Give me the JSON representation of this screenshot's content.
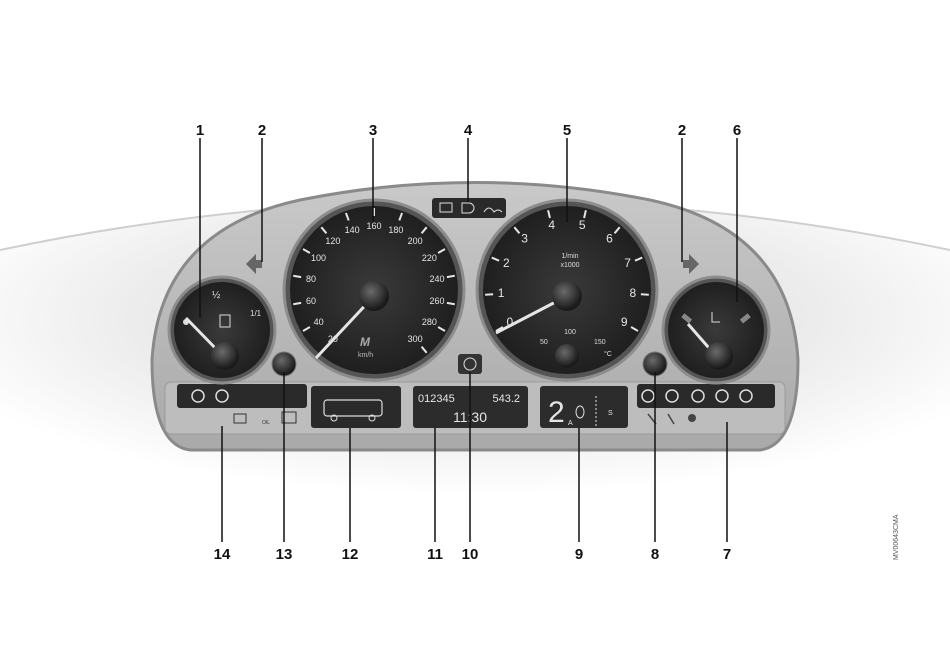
{
  "callouts": {
    "c1": "1",
    "c2a": "2",
    "c3": "3",
    "c4": "4",
    "c5": "5",
    "c2b": "2",
    "c6": "6",
    "c14": "14",
    "c13": "13",
    "c12": "12",
    "c11": "11",
    "c10": "10",
    "c9": "9",
    "c8": "8",
    "c7": "7"
  },
  "fuel_gauge": {
    "half": "½",
    "full": "1/1"
  },
  "speedometer": {
    "scale": [
      "20",
      "40",
      "60",
      "80",
      "100",
      "120",
      "140",
      "160",
      "180",
      "200",
      "220",
      "240",
      "260",
      "280",
      "300"
    ],
    "unit": "km/h"
  },
  "tachometer": {
    "scale": [
      "0",
      "1",
      "2",
      "3",
      "4",
      "5",
      "6",
      "7",
      "8",
      "9"
    ],
    "unit_line1": "1/min",
    "unit_line2": "x1000",
    "temp_50": "50",
    "temp_100": "100",
    "temp_150": "150",
    "temp_unit": "°C"
  },
  "display": {
    "odometer": "012345",
    "trip": "543.2",
    "clock": "11:30",
    "gear": "2",
    "gear_side_a": "A",
    "gear_side_s": "S",
    "oil_label": "OIL"
  },
  "watermark": "MV00643CMA",
  "colors": {
    "panel": "#b9b9b9",
    "bezel": "#4a4a4a",
    "dial": "#2c2c2c",
    "needle": "#d8d8d8"
  }
}
